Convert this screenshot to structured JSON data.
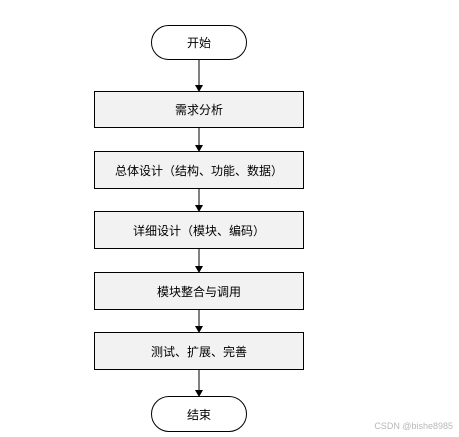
{
  "flowchart": {
    "start": "开始",
    "steps": [
      "需求分析",
      "总体设计（结构、功能、数据）",
      "详细设计（模块、编码）",
      "模块整合与调用",
      "测试、扩展、完善"
    ],
    "end": "结束"
  },
  "watermark": "CSDN @bishe8985",
  "colors": {
    "border": "#000000",
    "process_fill": "#f2f2f2",
    "terminal_fill": "#ffffff"
  }
}
